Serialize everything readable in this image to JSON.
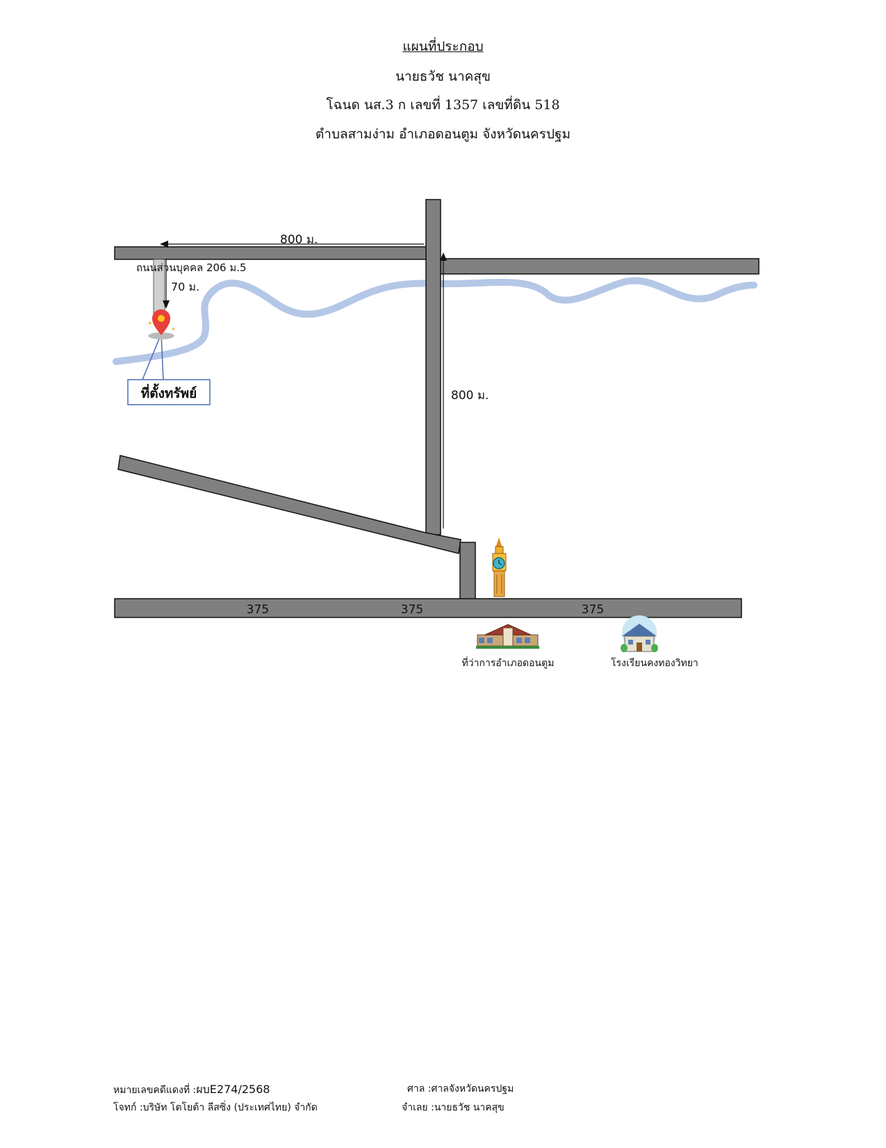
{
  "header": {
    "title": "แผนที่ประกอบ",
    "owner": "นายธวัช นาคสุข",
    "deed": "โฉนด นส.3 ก เลขที่ 1357 เลขที่ดิน 518",
    "location": "ตำบลสามง่าม อำเภอดอนตูม จังหวัดนครปฐม"
  },
  "map": {
    "dist_top": "800 ม.",
    "road_private": "ถนนส่วนบุคคล 206 ม.5",
    "dist_private": "70 ม.",
    "dist_vertical": "800 ม.",
    "property_label": "ที่ตั้งทรัพย์",
    "road_375_a": "375",
    "road_375_b": "375",
    "road_375_c": "375",
    "landmark_office": "ที่ว่าการอำเภอดอนตูม",
    "landmark_school": "โรงเรียนคงทองวิทยา",
    "colors": {
      "road": "#808080",
      "river": "#b4c7e7",
      "pin": "#e8403a",
      "box": "#4a6fb5"
    },
    "icons": [
      "location-pin-icon",
      "clock-tower-icon",
      "district-office-icon",
      "school-icon"
    ]
  },
  "footer": {
    "case_label": "หมายเลขคดีแดงที่ :",
    "case_value": "ผบE274/2568",
    "court_label": "ศาล :",
    "court_value": "ศาลจังหวัดนครปฐม",
    "plaintiff_label": "โจทก์ :",
    "plaintiff_value": "บริษัท โตโยต้า ลีสซิ่ง (ประเทศไทย) จำกัด",
    "defendant_label": "จำเลย :",
    "defendant_value": "นายธวัช นาคสุข"
  }
}
